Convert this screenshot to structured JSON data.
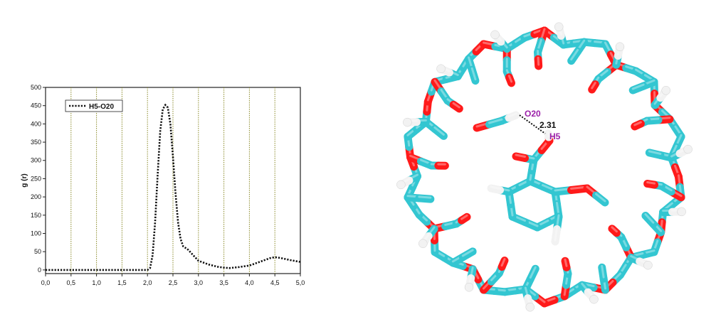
{
  "chart_data": {
    "type": "line",
    "ylabel": "g (r)",
    "xlabel": "",
    "xlim": [
      0,
      5
    ],
    "ylim": [
      -10,
      500
    ],
    "x_ticks": [
      "0,0",
      "0,5",
      "1,0",
      "1,5",
      "2,0",
      "2,5",
      "3,0",
      "3,5",
      "4,0",
      "4,5",
      "5,0"
    ],
    "y_ticks": [
      "0",
      "50",
      "100",
      "150",
      "200",
      "250",
      "300",
      "350",
      "400",
      "450",
      "500"
    ],
    "legend_position": "top-left",
    "grid": "vertical",
    "series": [
      {
        "name": "H5-O20",
        "color": "#111111",
        "points": [
          [
            0.0,
            0
          ],
          [
            0.5,
            0
          ],
          [
            1.0,
            0
          ],
          [
            1.5,
            0
          ],
          [
            2.0,
            0
          ],
          [
            2.05,
            5
          ],
          [
            2.1,
            40
          ],
          [
            2.15,
            130
          ],
          [
            2.2,
            260
          ],
          [
            2.25,
            380
          ],
          [
            2.3,
            440
          ],
          [
            2.35,
            452
          ],
          [
            2.4,
            445
          ],
          [
            2.45,
            400
          ],
          [
            2.5,
            310
          ],
          [
            2.55,
            210
          ],
          [
            2.6,
            130
          ],
          [
            2.65,
            85
          ],
          [
            2.7,
            65
          ],
          [
            2.8,
            55
          ],
          [
            2.9,
            40
          ],
          [
            3.0,
            25
          ],
          [
            3.2,
            15
          ],
          [
            3.4,
            8
          ],
          [
            3.6,
            5
          ],
          [
            3.8,
            8
          ],
          [
            4.0,
            12
          ],
          [
            4.2,
            22
          ],
          [
            4.4,
            32
          ],
          [
            4.5,
            35
          ],
          [
            4.6,
            33
          ],
          [
            4.8,
            27
          ],
          [
            5.0,
            22
          ]
        ]
      }
    ]
  },
  "molecule": {
    "labels": [
      {
        "text": "O20",
        "color": "#9b1fa8"
      },
      {
        "text": "2.31",
        "color": "#111111"
      },
      {
        "text": "H5",
        "color": "#9b1fa8"
      }
    ],
    "colors": {
      "carbon": "#33c6d1",
      "oxygen": "#ff1a1a",
      "hydrogen": "#f2f2f2"
    }
  }
}
